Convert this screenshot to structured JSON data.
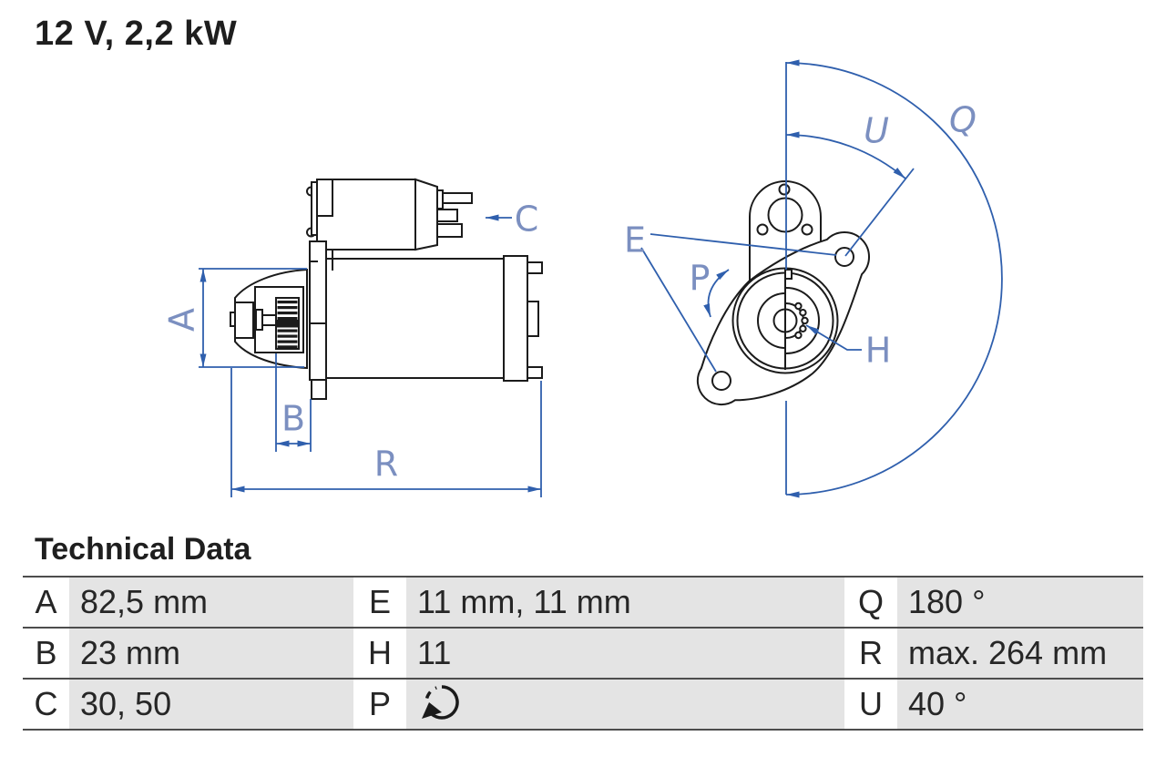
{
  "title": "12 V, 2,2 kW",
  "diagram": {
    "labels": {
      "a": "A",
      "b": "B",
      "c": "C",
      "r": "R",
      "e": "E",
      "p": "P",
      "h": "H",
      "q": "Q",
      "u": "U"
    },
    "colors": {
      "line": "#1b1b1b",
      "dimension": "#2f5fad",
      "label": "#7b8fc0"
    }
  },
  "table": {
    "heading": "Technical Data",
    "colors": {
      "cell_bg": "#e4e4e4",
      "rule": "#4d4d4d"
    },
    "rows": [
      {
        "cells": [
          {
            "key": "A",
            "value": "82,5 mm"
          },
          {
            "key": "E",
            "value": "11 mm, 11 mm"
          },
          {
            "key": "Q",
            "value": "180 °"
          }
        ]
      },
      {
        "cells": [
          {
            "key": "B",
            "value": "23 mm"
          },
          {
            "key": "H",
            "value": "11"
          },
          {
            "key": "R",
            "value": "max. 264 mm"
          }
        ]
      },
      {
        "cells": [
          {
            "key": "C",
            "value": "30, 50"
          },
          {
            "key": "P",
            "value": "",
            "value_icon": "rotation-direction-icon"
          },
          {
            "key": "U",
            "value": "40 °"
          }
        ]
      }
    ]
  }
}
